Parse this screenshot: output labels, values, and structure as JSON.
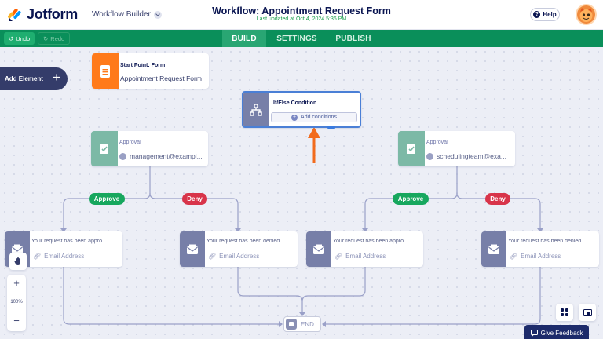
{
  "header": {
    "brand": "Jotform",
    "workspace": "Workflow Builder",
    "title": "Workflow: Appointment Request Form",
    "updated": "Last updated at Oct 4, 2024 5:36 PM",
    "help": "Help"
  },
  "toolbar": {
    "undo": "Undo",
    "redo": "Redo",
    "tabs": [
      {
        "label": "BUILD",
        "active": true
      },
      {
        "label": "SETTINGS",
        "active": false
      },
      {
        "label": "PUBLISH",
        "active": false
      }
    ]
  },
  "canvas": {
    "add_element": "Add Element",
    "start": {
      "title": "Start Point: Form",
      "subtitle": "Appointment Request Form"
    },
    "condition": {
      "title": "If/Else Condition",
      "action": "Add conditions"
    },
    "approvals": [
      {
        "title": "Approval",
        "assignee": "management@exampl..."
      },
      {
        "title": "Approval",
        "assignee": "schedulingteam@exa..."
      }
    ],
    "branches": {
      "approve": "Approve",
      "deny": "Deny"
    },
    "emails": [
      {
        "title": "Your request has been appro...",
        "subtitle": "Email Address"
      },
      {
        "title": "Your request has been denied.",
        "subtitle": "Email Address"
      },
      {
        "title": "Your request has been appro...",
        "subtitle": "Email Address"
      },
      {
        "title": "Your request has been denied.",
        "subtitle": "Email Address"
      }
    ],
    "end": "END"
  },
  "zoom": {
    "plus": "+",
    "level": "100%",
    "minus": "−"
  },
  "feedback": "Give Feedback",
  "colors": {
    "toolbar_green": "#0a8f5a",
    "start_orange": "#ff7a1a",
    "approval_teal": "#7cb9a6",
    "approve_green": "#17a75e",
    "deny_red": "#d8344a",
    "node_slate": "#777fa8",
    "arrow_orange": "#f26b1d"
  }
}
